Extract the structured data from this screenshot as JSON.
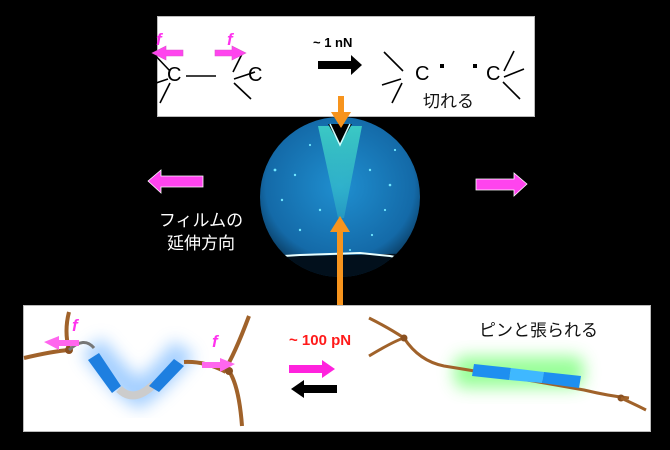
{
  "colors": {
    "background": "#000000",
    "force_arrow": "#ff33ee",
    "orange_arrow": "#f7941d",
    "red_text": "#ff1a1a",
    "glow_blue": "#2d8cff",
    "glow_green": "#55ff55",
    "film_blue": "#1e90d8",
    "tether": "#a0622a"
  },
  "top_panel": {
    "left_molecule": {
      "atom1": "C",
      "atom2": "C",
      "force1": "f",
      "force2": "f"
    },
    "arrow_label": "~ 1 nN",
    "right_molecule": {
      "atom1": "C",
      "atom2": "C",
      "radical": "·"
    },
    "result_label": "切れる"
  },
  "middle": {
    "direction_label_line1": "フィルムの",
    "direction_label_line2": "延伸方向",
    "image": "fluorescent-film-crack-micrograph"
  },
  "bottom_panel": {
    "left_force1": "f",
    "left_force2": "f",
    "arrow_label": "~ 100 pN",
    "right_label": "ピンと張られる"
  }
}
